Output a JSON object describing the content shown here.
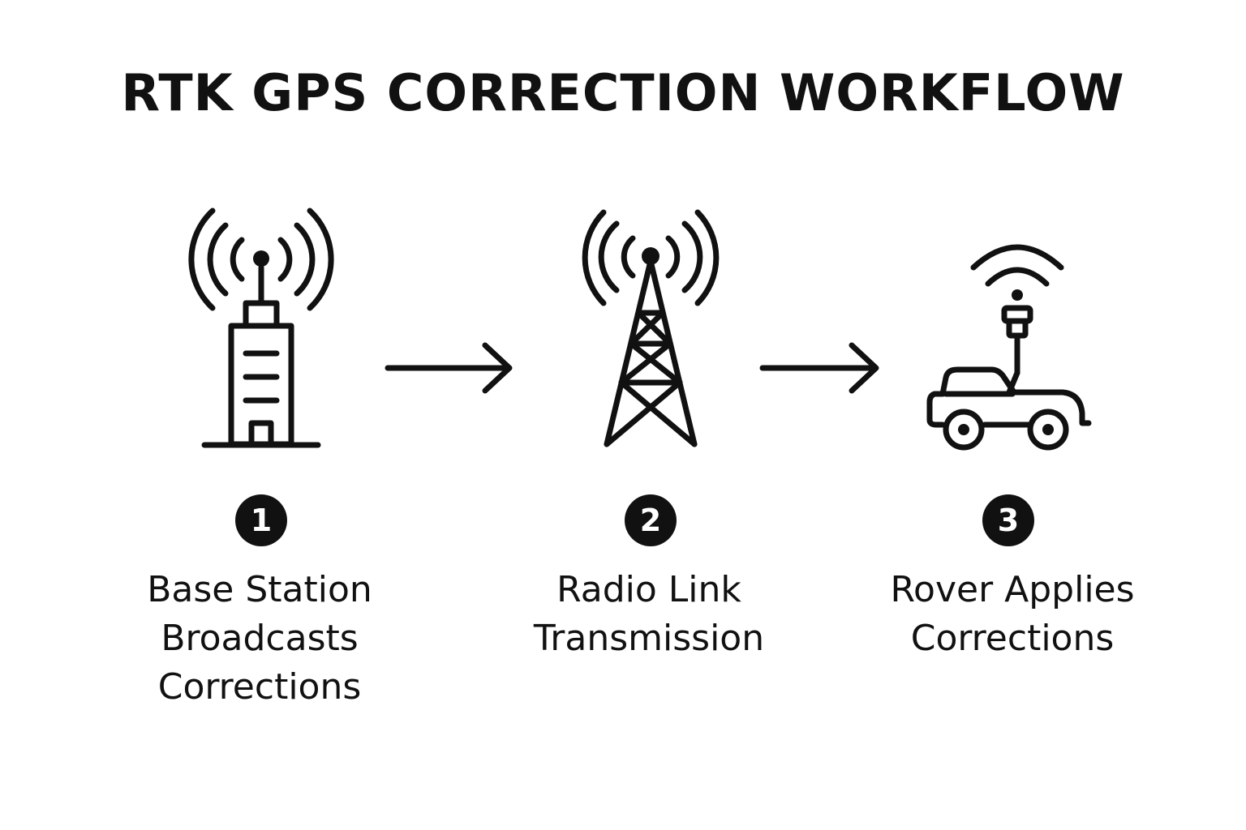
{
  "title": "RTK GPS CORRECTION WORKFLOW",
  "steps": [
    {
      "number": "1",
      "icon": "base-station-icon",
      "label_lines": [
        "Base Station",
        "Broadcasts",
        "Corrections"
      ]
    },
    {
      "number": "2",
      "icon": "radio-tower-icon",
      "label_lines": [
        "Radio Link",
        "Transmission"
      ]
    },
    {
      "number": "3",
      "icon": "rover-icon",
      "label_lines": [
        "Rover Applies",
        "Corrections"
      ]
    }
  ],
  "colors": {
    "ink": "#111111",
    "background": "#ffffff",
    "badge_text": "#ffffff"
  }
}
